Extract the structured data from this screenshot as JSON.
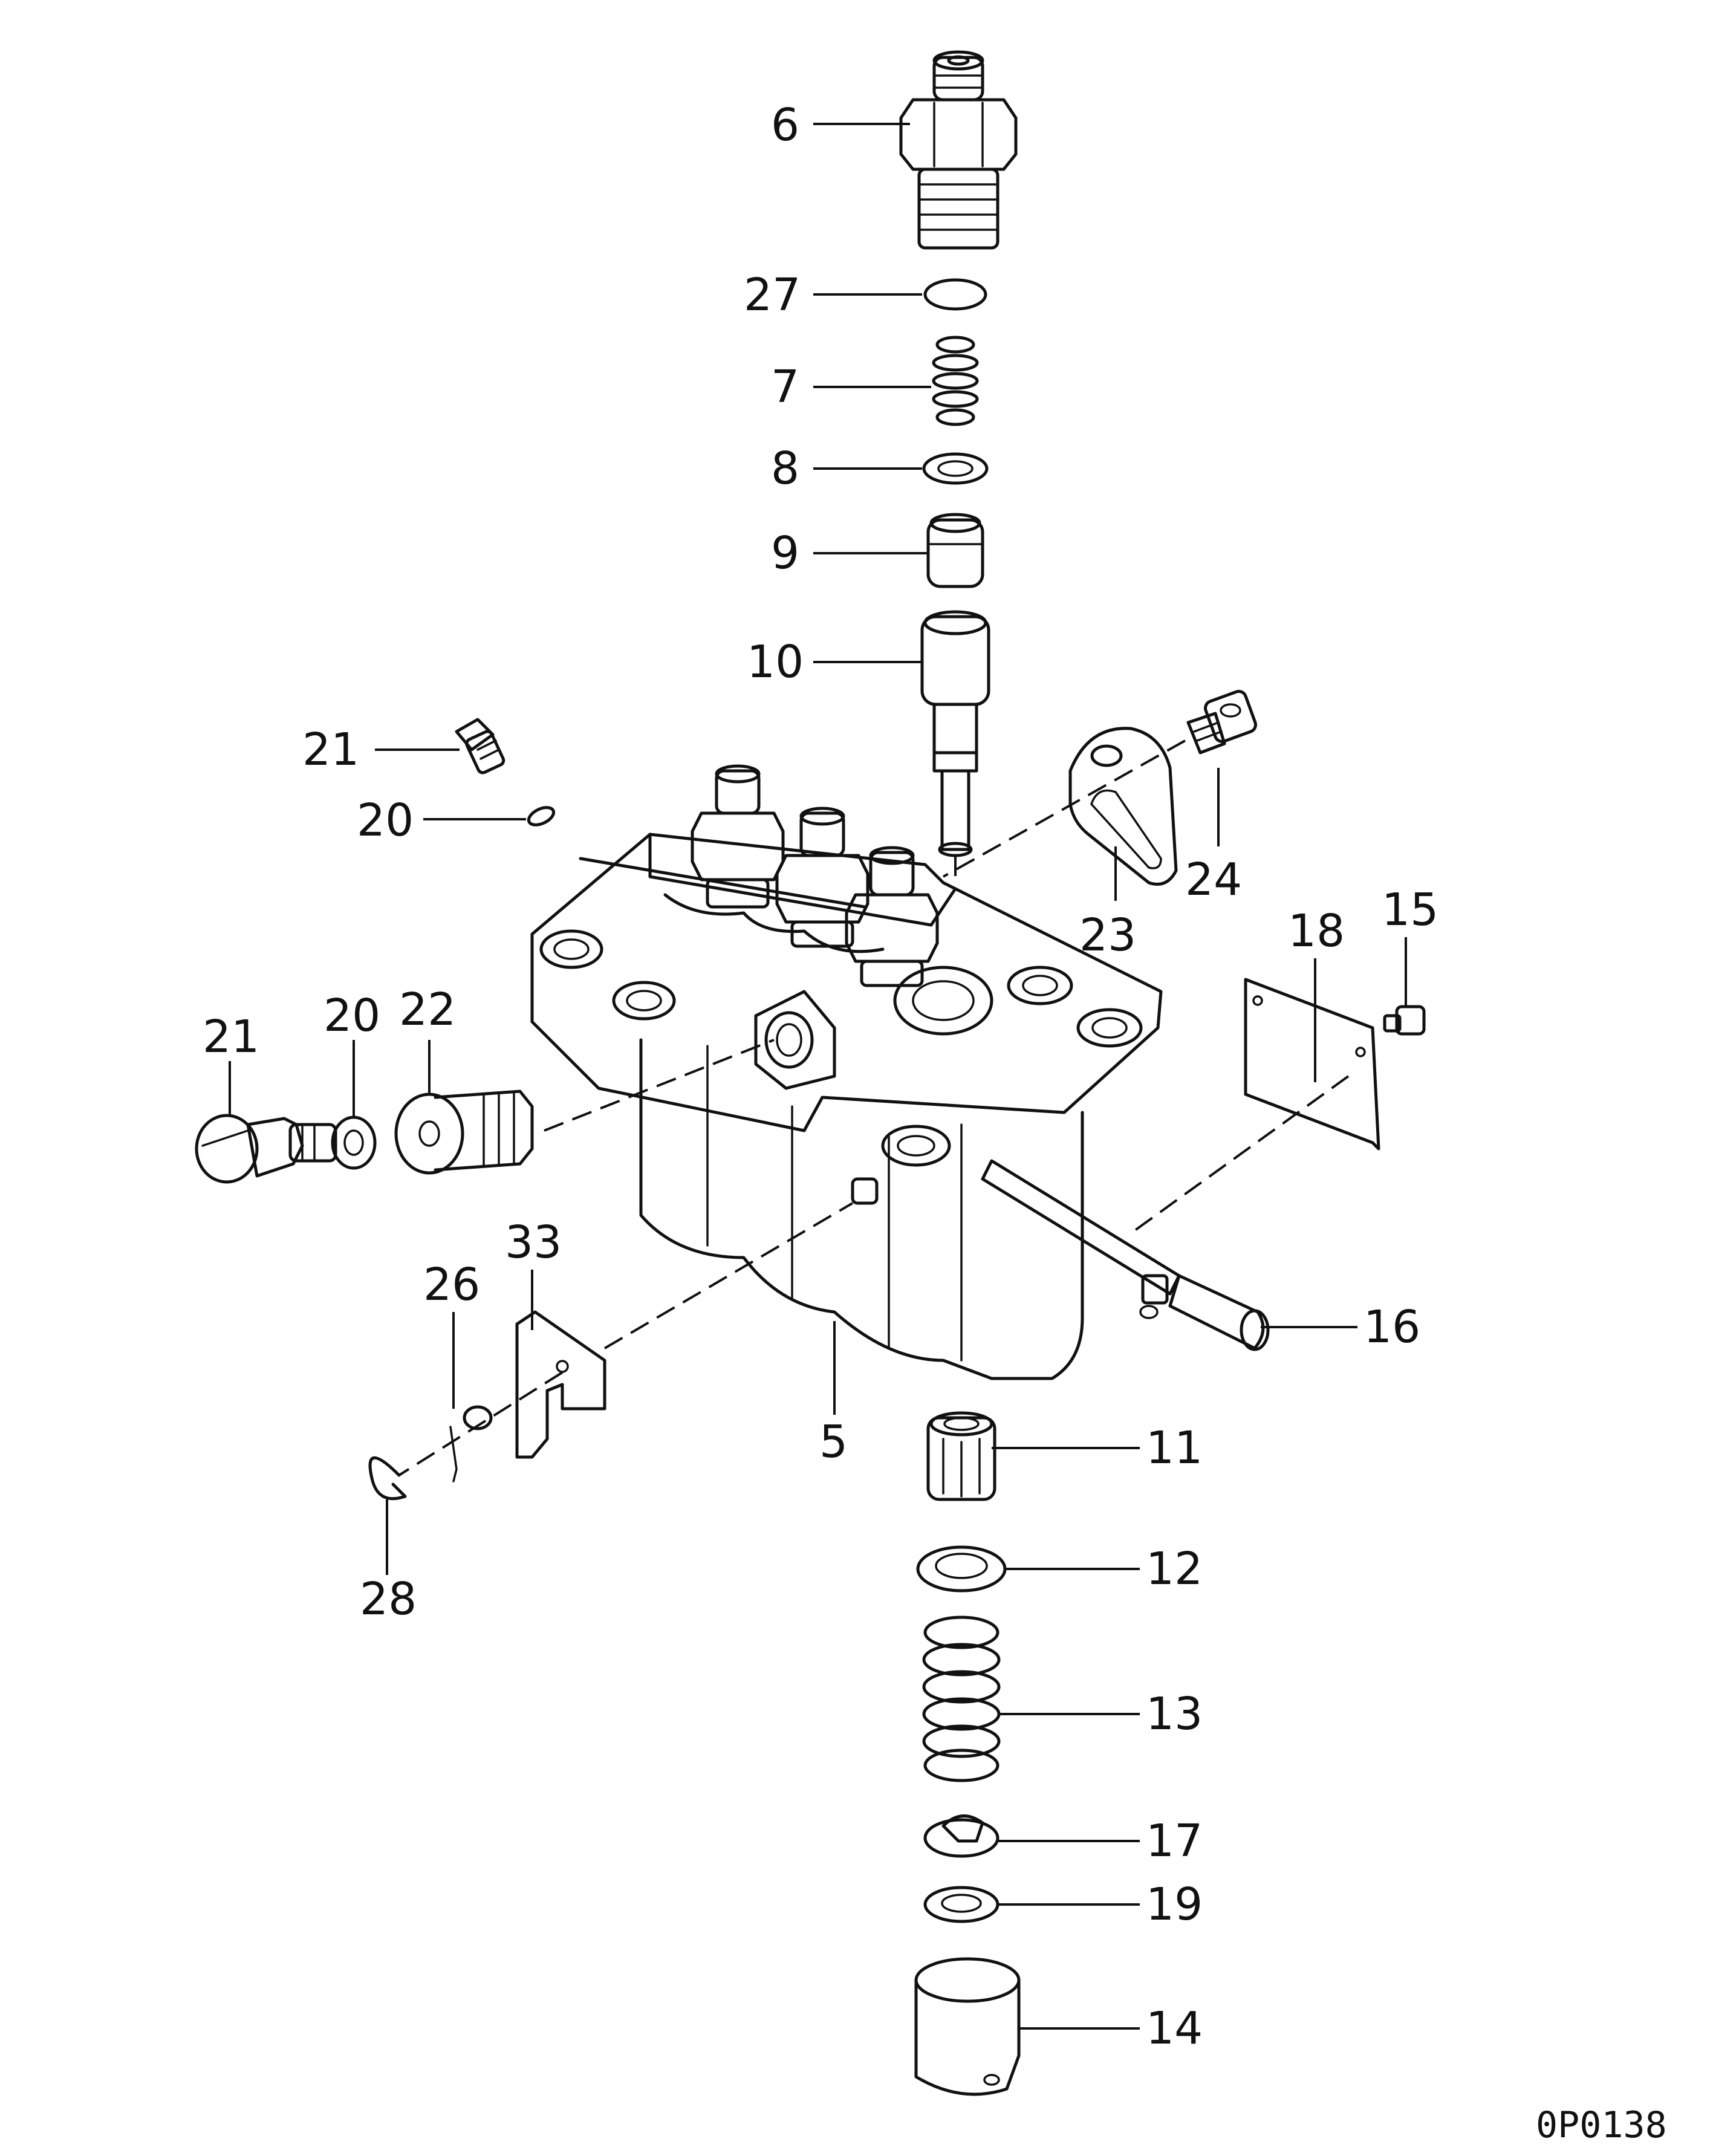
{
  "diagram": {
    "drawing_code": "0P0138",
    "callouts": {
      "c6": "6",
      "c27": "27",
      "c7": "7",
      "c8": "8",
      "c9": "9",
      "c10": "10",
      "c21a": "21",
      "c20a": "20",
      "c24": "24",
      "c23": "23",
      "c21b": "21",
      "c20b": "20",
      "c22": "22",
      "c18": "18",
      "c15": "15",
      "c16": "16",
      "c33": "33",
      "c26": "26",
      "c28": "28",
      "c5": "5",
      "c11": "11",
      "c12": "12",
      "c13": "13",
      "c17": "17",
      "c19": "19",
      "c14": "14"
    }
  }
}
